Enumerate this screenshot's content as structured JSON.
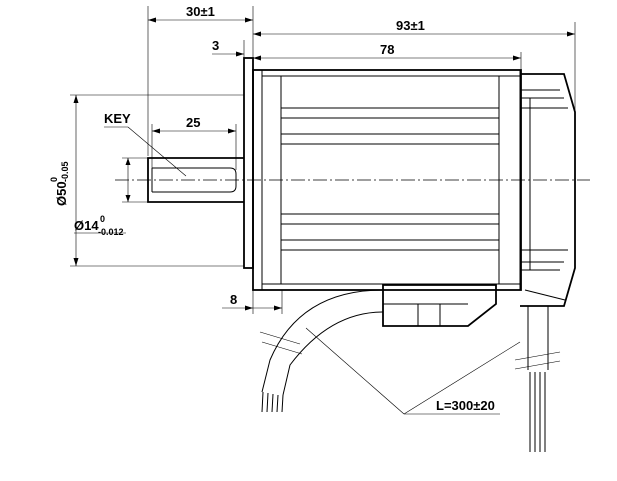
{
  "dimensions": {
    "shaft_offset": "30±1",
    "total_length": "93±1",
    "flange_thickness": "3",
    "body_length": "78",
    "key_label": "KEY",
    "key_length": "25",
    "flange_diameter_main": "Ø50",
    "flange_diameter_sup": "0",
    "flange_diameter_sub": "-0.05",
    "shaft_diameter_main": "Ø14",
    "shaft_diameter_sup": "0",
    "shaft_diameter_sub": "-0.012",
    "cable_offset": "8",
    "cable_length": "L=300±20"
  }
}
